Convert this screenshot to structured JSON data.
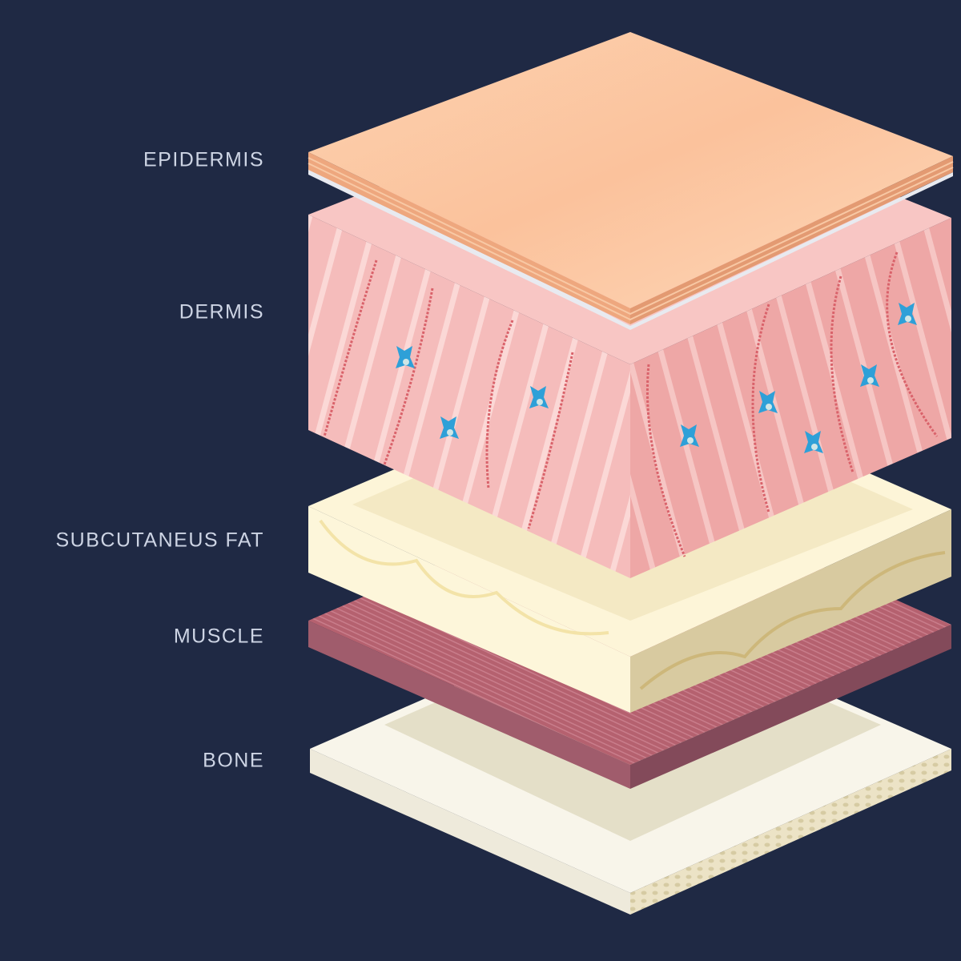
{
  "labels": {
    "epidermis": "EPIDERMIS",
    "dermis": "DERMIS",
    "fat": "SUBCUTANEUS FAT",
    "muscle": "MUSCLE",
    "bone": "BONE"
  },
  "colors": {
    "background": "#1f2944",
    "epidermis": "#fbc8a2",
    "dermis": "#f4b8b6",
    "fat": "#fdf5d8",
    "muscle": "#b86476",
    "bone": "#f8f5ea",
    "cell": "#2ea0d8"
  }
}
